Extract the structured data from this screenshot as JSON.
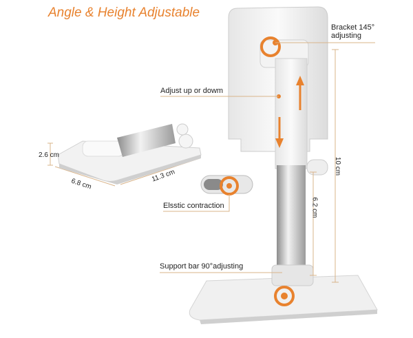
{
  "title": "Angle & Height Adjustable",
  "labels": {
    "bracket_line1": "Bracket 145°",
    "bracket_line2": "adjusting",
    "adjust_up": "Adjust up or dowm",
    "elastic": "Elsstic contraction",
    "support_bar": "Support bar 90°adjusting"
  },
  "dimensions": {
    "height_total": "10 cm",
    "height_lower": "6.2 cm",
    "folded_height": "2.6 cm",
    "folded_width": "6.8 cm",
    "folded_length": "11.3 cm"
  },
  "colors": {
    "accent": "#e8822e",
    "guide": "#d9b48a"
  }
}
